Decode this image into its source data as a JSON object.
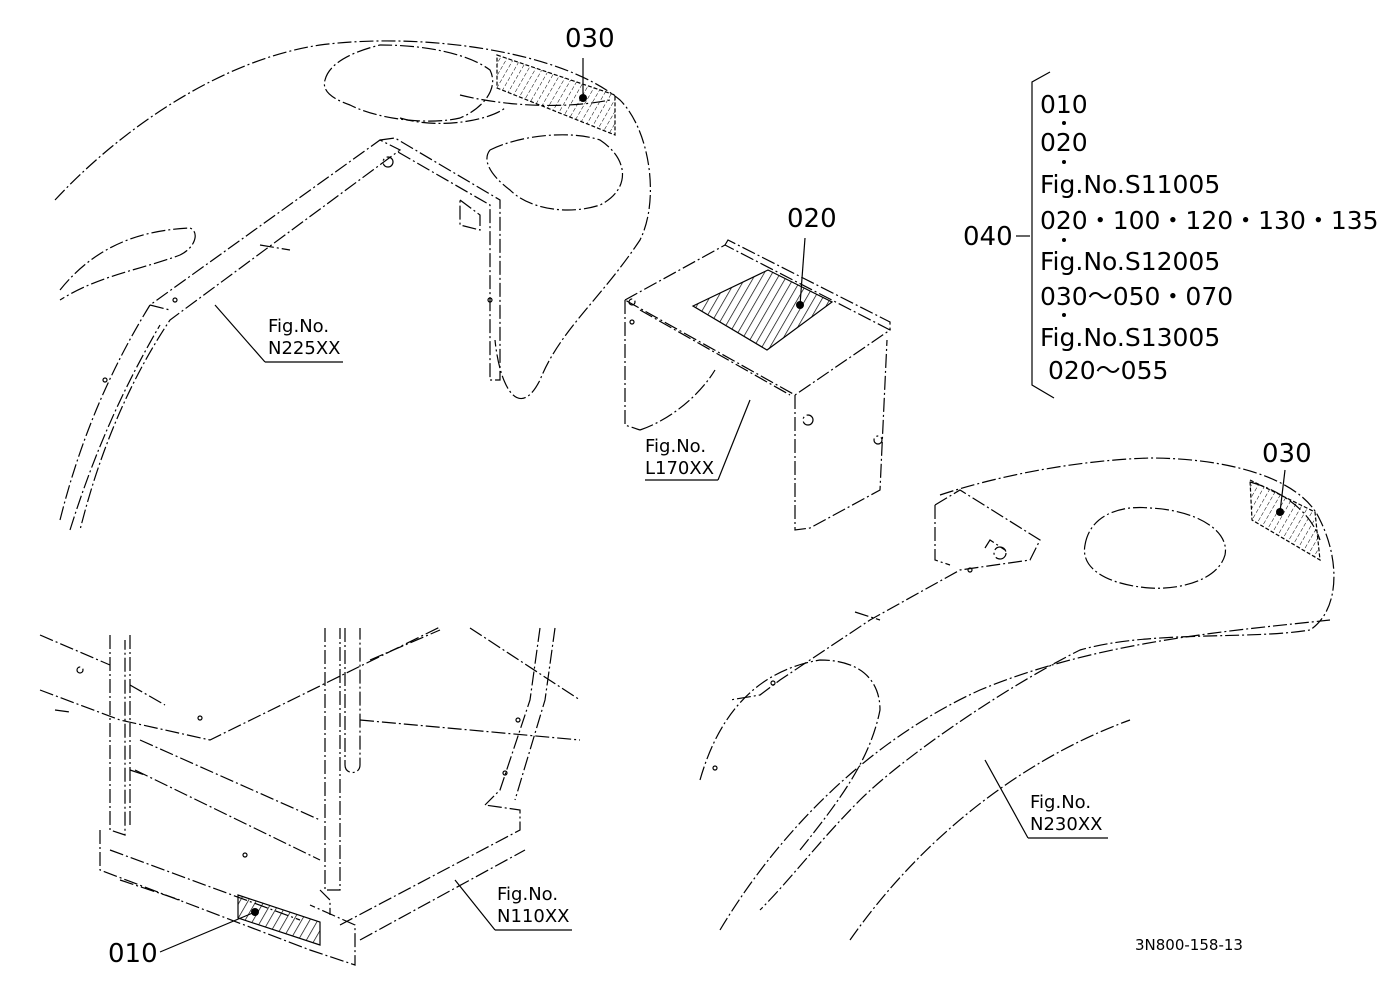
{
  "callouts": {
    "c030_top": "030",
    "c020_mid": "020",
    "c030_right": "030",
    "c010_bottom": "010",
    "c040": "040"
  },
  "fig_refs": {
    "n225": {
      "line1": "Fig.No.",
      "line2": "N225XX"
    },
    "l170": {
      "line1": "Fig.No.",
      "line2": "L170XX"
    },
    "n230": {
      "line1": "Fig.No.",
      "line2": "N230XX"
    },
    "n110": {
      "line1": "Fig.No.",
      "line2": "N110XX"
    }
  },
  "kit_list": [
    "010",
    "020",
    "Fig.No.S11005",
    "020・100・120・130・135",
    "Fig.No.S12005",
    "030～050・070",
    "Fig.No.S13005",
    " 020～055"
  ],
  "drawing_code": "3N800-158-13",
  "colors": {
    "line": "#000000",
    "background": "#ffffff"
  }
}
